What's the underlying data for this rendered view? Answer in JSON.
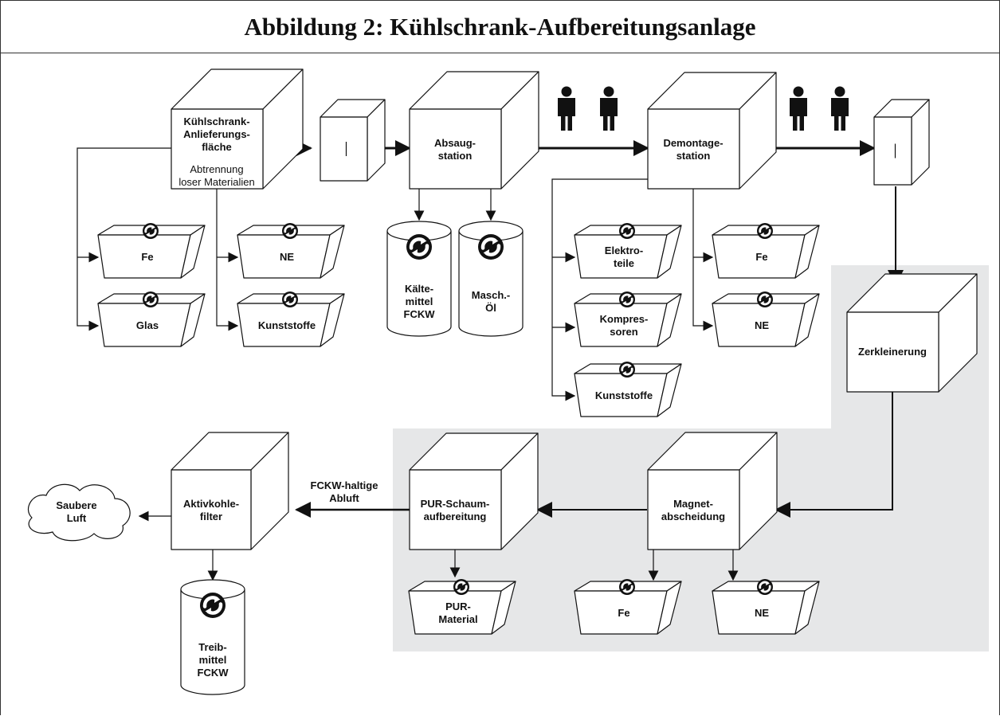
{
  "title": "Abbildung 2: Kühlschrank-Aufbereitungsanlage",
  "nodes": {
    "anlieferung": [
      "Kühlschrank-",
      "Anlieferungs-",
      "fläche"
    ],
    "anlieferung_sub": [
      "Abtrennung",
      "loser Materialien"
    ],
    "absaug": [
      "Absaug-",
      "station"
    ],
    "demontage": [
      "Demontage-",
      "station"
    ],
    "zerkleinerung": [
      "Zerkleinerung"
    ],
    "magnet": [
      "Magnet-",
      "abscheidung"
    ],
    "pur": [
      "PUR-Schaum-",
      "aufbereitung"
    ],
    "aktivkohle": [
      "Aktivkohle-",
      "filter"
    ],
    "luft": [
      "Saubere",
      "Luft"
    ]
  },
  "bins": {
    "fe1": [
      "Fe"
    ],
    "glas": [
      "Glas"
    ],
    "ne1": [
      "NE"
    ],
    "kunststoffe1": [
      "Kunststoffe"
    ],
    "elektro": [
      "Elektro-",
      "teile"
    ],
    "kompressoren": [
      "Kompres-",
      "soren"
    ],
    "kunststoffe2": [
      "Kunststoffe"
    ],
    "fe2": [
      "Fe"
    ],
    "ne2": [
      "NE"
    ],
    "pur_material": [
      "PUR-",
      "Material"
    ],
    "fe3": [
      "Fe"
    ],
    "ne3": [
      "NE"
    ]
  },
  "tanks": {
    "kaelte": [
      "Kälte-",
      "mittel",
      "FCKW"
    ],
    "oel": [
      "Masch.-",
      "Öl"
    ],
    "treib": [
      "Treib-",
      "mittel",
      "FCKW"
    ]
  },
  "edge_labels": {
    "abluft": [
      "FCKW-haltige",
      "Abluft"
    ]
  },
  "colors": {
    "line": "#111111",
    "shade": "#e6e7e8",
    "box_fill": "#ffffff"
  }
}
